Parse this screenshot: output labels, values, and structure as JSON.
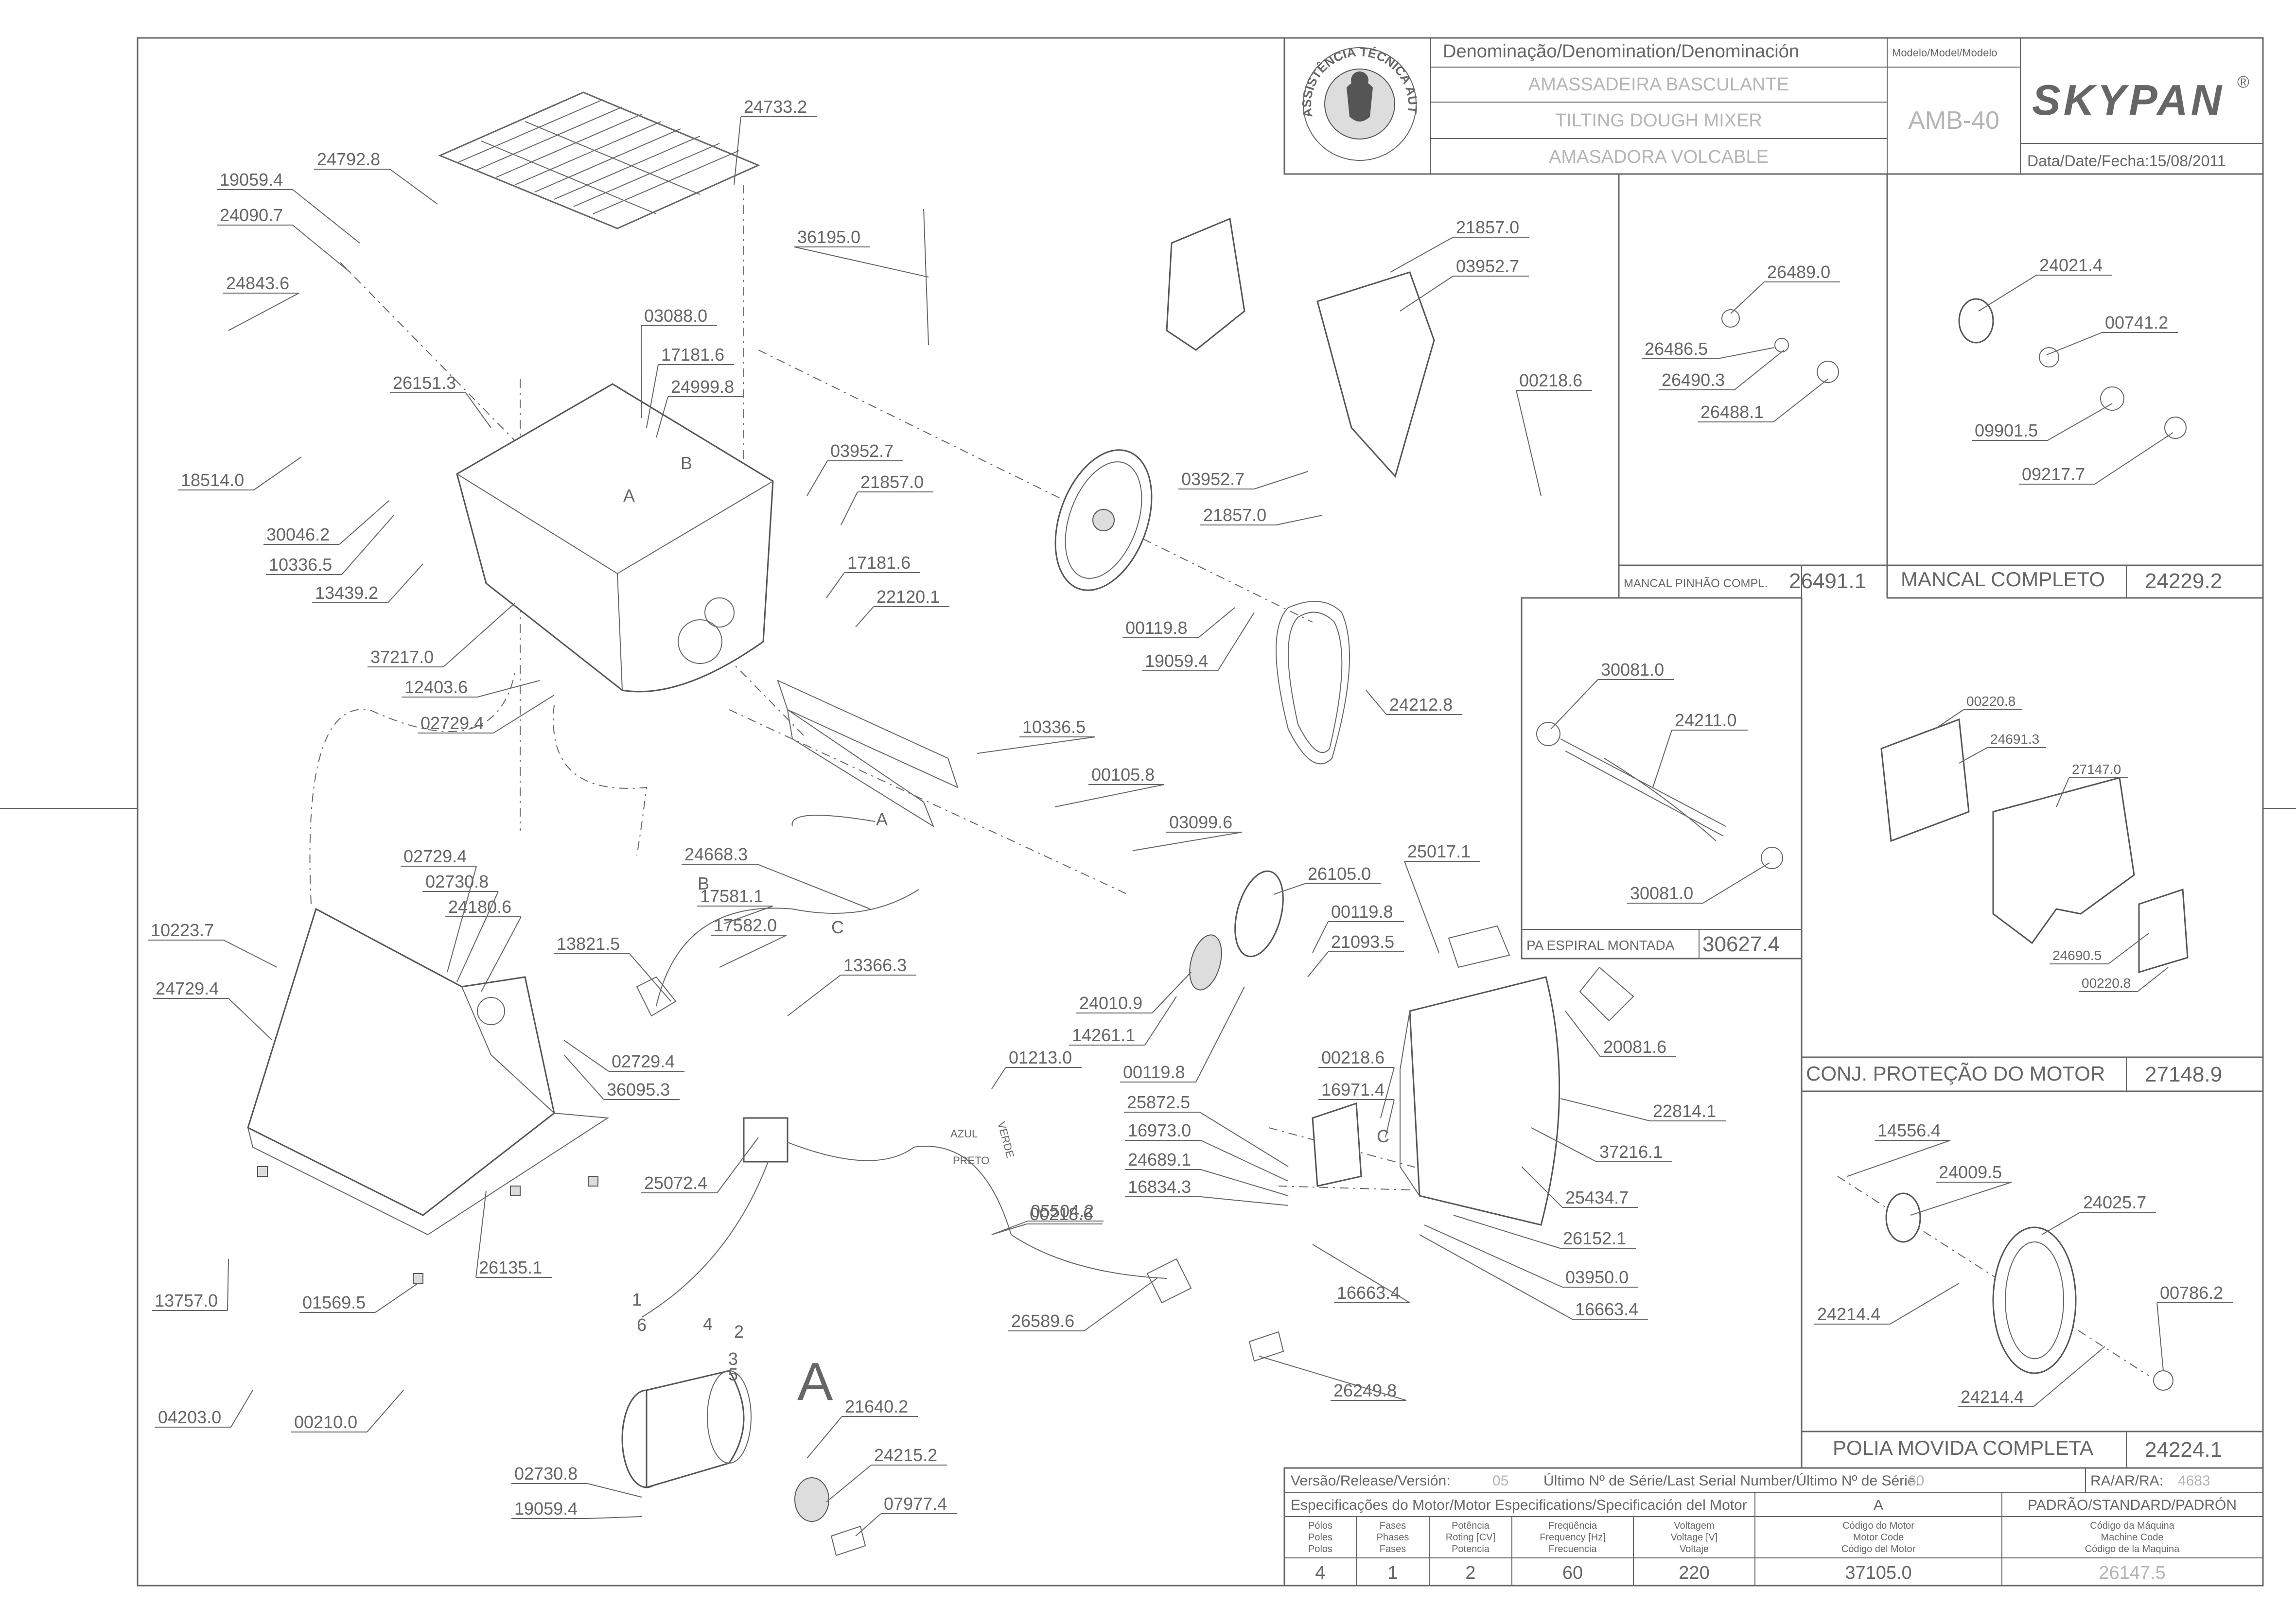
{
  "title_block": {
    "denomination_header": "Denominação/Denomination/Denominación",
    "model_header": "Modelo/Model/Modelo",
    "names": [
      "AMASSADEIRA BASCULANTE",
      "TILTING DOUGH MIXER",
      "AMASADORA VOLCABLE"
    ],
    "model": "AMB-40",
    "brand": "SKYPAN",
    "brand_mark": "®",
    "date": "Data/Date/Fecha:15/08/2011",
    "logo_text": "ASSISTÊNCIA TÉCNICA AUTORIZADA"
  },
  "sub_assemblies": {
    "mancal_pinhao": {
      "label": "MANCAL PINHÃO COMPL.",
      "code": "26491.1",
      "parts": [
        "26489.0",
        "26486.5",
        "26490.3",
        "26488.1"
      ]
    },
    "mancal_completo": {
      "label": "MANCAL COMPLETO",
      "code": "24229.2",
      "parts": [
        "24021.4",
        "00741.2",
        "09901.5",
        "09217.7"
      ]
    },
    "pa_espiral": {
      "label": "PA ESPIRAL MONTADA",
      "code": "30627.4",
      "parts": [
        "30081.0",
        "24211.0",
        "30081.0"
      ]
    },
    "protecao_motor": {
      "label": "CONJ. PROTEÇÃO DO MOTOR",
      "code": "27148.9",
      "parts": [
        "00220.8",
        "24691.3",
        "27147.0",
        "24690.5",
        "00220.8"
      ]
    },
    "polia_movida": {
      "label": "POLIA MOVIDA COMPLETA",
      "code": "24224.1",
      "parts": [
        "14556.4",
        "24009.5",
        "24025.7",
        "00786.2",
        "24214.4",
        "24214.4"
      ]
    }
  },
  "callouts_main": [
    "24733.2",
    "24792.8",
    "19059.4",
    "24090.7",
    "24843.6",
    "36195.0",
    "03088.0",
    "17181.6",
    "24999.8",
    "26151.3",
    "18514.0",
    "30046.2",
    "10336.5",
    "13439.2",
    "03952.7",
    "21857.0",
    "17181.6",
    "22120.1",
    "37217.0",
    "12403.6",
    "02729.4",
    "21857.0",
    "03952.7",
    "00218.6",
    "03952.7",
    "21857.0",
    "00119.8",
    "19059.4",
    "24212.8",
    "10336.5",
    "00105.8",
    "03099.6",
    "26105.0",
    "00119.8",
    "21093.5",
    "24010.9",
    "14261.1",
    "00119.8",
    "24668.3",
    "17581.1",
    "17582.0",
    "13821.5",
    "13366.3",
    "02729.4",
    "02730.8",
    "24180.6",
    "10223.7",
    "24729.4",
    "02729.4",
    "36095.3",
    "01213.0",
    "25072.4",
    "00218.6",
    "05504.2",
    "26589.6",
    "13757.0",
    "01569.5",
    "26135.1",
    "04203.0",
    "00210.0",
    "02730.8",
    "19059.4",
    "21640.2",
    "24215.2",
    "07977.4",
    "25017.1",
    "20081.6",
    "00218.6",
    "16971.4",
    "25872.5",
    "16973.0",
    "24689.1",
    "16834.3",
    "22814.1",
    "37216.1",
    "25434.7",
    "26152.1",
    "03950.0",
    "16663.4",
    "16663.4",
    "26249.8"
  ],
  "diagram_marks": {
    "A": "A",
    "B": "B",
    "C": "C",
    "motor_A": "A",
    "wire_numbers": [
      "1",
      "6",
      "4",
      "2",
      "3",
      "5"
    ],
    "azul": "AZUL",
    "preto": "PRETO",
    "verde": "VERDE"
  },
  "footer": {
    "version_label": "Versão/Release/Versión:",
    "version": "05",
    "serial_label": "Último Nº de Série/Last Serial Number/Último Nº de Série:",
    "serial": "60",
    "ra_label": "RA/AR/RA:",
    "ra": "4683",
    "spec_label": "Especificações do Motor/Motor Especifications/Specificación del Motor",
    "motor_col": "A",
    "standard": "PADRÃO/STANDARD/PADRÓN",
    "col_headers": [
      [
        "Pólos",
        "Poles",
        "Polos"
      ],
      [
        "Fases",
        "Phases",
        "Fases"
      ],
      [
        "Potência",
        "Roting [CV]",
        "Potencia"
      ],
      [
        "Freqüência",
        "Frequency [Hz]",
        "Frecuencia"
      ],
      [
        "Voltagem",
        "Voltage [V]",
        "Voltaje"
      ],
      [
        "Código do Motor",
        "Motor Code",
        "Código del Motor"
      ],
      [
        "Código da Máquina",
        "Machine Code",
        "Código de la Maquina"
      ]
    ],
    "values": [
      "4",
      "1",
      "2",
      "60",
      "220",
      "37105.0",
      "26147.5"
    ]
  }
}
